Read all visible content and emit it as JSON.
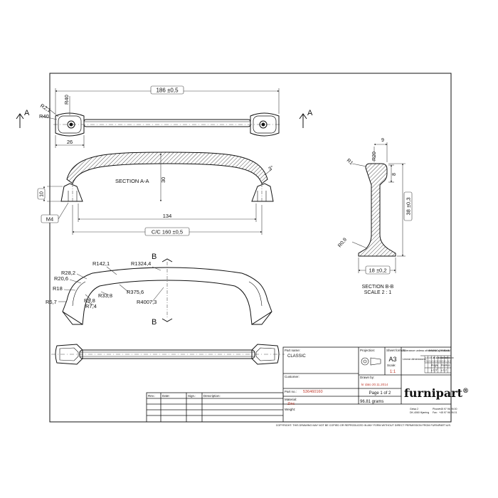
{
  "views": {
    "section_aa_label": "A",
    "section_aa_title": "SECTION A-A",
    "section_bb_label": "B",
    "section_bb_title": "SECTION B-B",
    "section_bb_scale": "SCALE 2 : 1"
  },
  "dimensions": {
    "overall_length": "186 ±0,5",
    "r40_top": "R40",
    "r2_1": "R2,1",
    "r40_side": "R40",
    "end_width": "26",
    "height_30": "30",
    "angle_3": "3°",
    "dia_10": "10",
    "thread": "M4",
    "inner_134": "134",
    "cc": "C/C 160 ±0,5",
    "bb_9": "9",
    "bb_r1": "R1",
    "bb_r20": "R20",
    "bb_8": "8",
    "bb_height": "38 ±0,3",
    "bb_r09": "R0,9",
    "bb_width": "18 ±0,2",
    "r142_1": "R142,1",
    "r1324_4": "R1324,4",
    "r28_2": "R28,2",
    "r20_6": "R20,6",
    "r18": "R18",
    "r375_6": "R375,6",
    "r33_3": "R33,3",
    "r9_8": "R9,8",
    "r7_4": "R7,4",
    "r6_7": "R6,7",
    "r4007_3": "R4007,3"
  },
  "title_block": {
    "part_name_label": "Part name:",
    "part_name": "CLASSIC",
    "projection_label": "Projection:",
    "sheet_format_label": "Sheet format:",
    "sheet_format": "A3",
    "scale_label": "Scale:",
    "scale": "1:1",
    "customer_label": "Customer:",
    "drawn_by_label": "Drawn by:",
    "drawn_by": "kr dato 20.11.2014",
    "part_no_label": "Part no.:",
    "part_no": "536460160",
    "page": "Page 1 of 2",
    "material_label": "Material:",
    "material": "Zinc",
    "weight_label": "Weight:",
    "weight": "96.81 grams",
    "tolerance_header": "Tolerance unless otherwise specified:",
    "tolerance_standard": "DS/ISO 2768-1M",
    "linear_label": "Linear dimensions:",
    "angle_label": "Angle",
    "radius_label": "Radius",
    "brand": "furnipart",
    "brand_mark": "®",
    "address_1": "Gelsa 2",
    "address_2": "DK-4060 Hjørring",
    "phone_label": "Phone:",
    "phone": "+45 97 96 26 00",
    "fax_label": "Fax:",
    "fax": "+45 97 96 26 01",
    "copyright": "COPYRIGHT: THIS DRAWING MAY NOT BE COPIED OR REPRODUCED IN ANY FORM WITHOUT DIRECT PERMISSION FROM FURNIPART A/S.",
    "rev_headers": [
      "Rev.:",
      "Date:",
      "Sign.:",
      "Description:"
    ]
  },
  "tolerance_table": {
    "ranges": [
      "0-3",
      "3-6",
      "6-30",
      "30-120",
      "120-400",
      "400-1000",
      "1000-2000",
      "2000-4000"
    ],
    "values": [
      "± 0,1",
      "± 0,1",
      "± 0,2",
      "± 0,3",
      "± 0,5",
      "± 0,8",
      "± 1,2",
      "± 2"
    ],
    "angle": "± 0,5°",
    "radius": "± 0,2"
  },
  "colors": {
    "line": "#111111",
    "accent_red": "#c0392b"
  }
}
